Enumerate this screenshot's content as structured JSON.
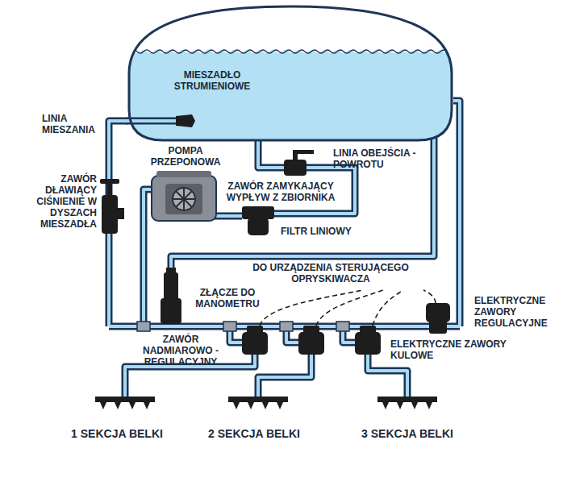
{
  "diagram": {
    "nodes": [
      {
        "text": [
          "MIESZADŁO STRUMIENIOWE"
        ]
      }
    ],
    "labels": [
      "LINIA MIESZANIA",
      "POMPA PRZEPONOWA",
      "LINIA OBEJŚCIA -POWROTU",
      "ZAWÓR DŁAWIĄCY CIŚNIENIE W DYSZACH MIESZADŁA",
      "ZAWÓR ZAMYKAJĄCY WYPŁYW Z ZBIORNIKA",
      "FILTR LINIOWY",
      "DO URZĄDZENIA STERUJĄCEGO OPRYSKIWACZA",
      "ZŁĄCZE DO MANOMETRU",
      "ELEKTRYCZNE ZAWORY REGULACYJNE",
      "ZAWÓR NADMIAROWO -REGULACYJNY",
      "ELEKTRYCZNE ZAWORY KULOWE",
      "1 SEKCJA BELKI",
      "2 SEKCJA BELKI",
      "3 SEKCJA BELKI"
    ]
  }
}
